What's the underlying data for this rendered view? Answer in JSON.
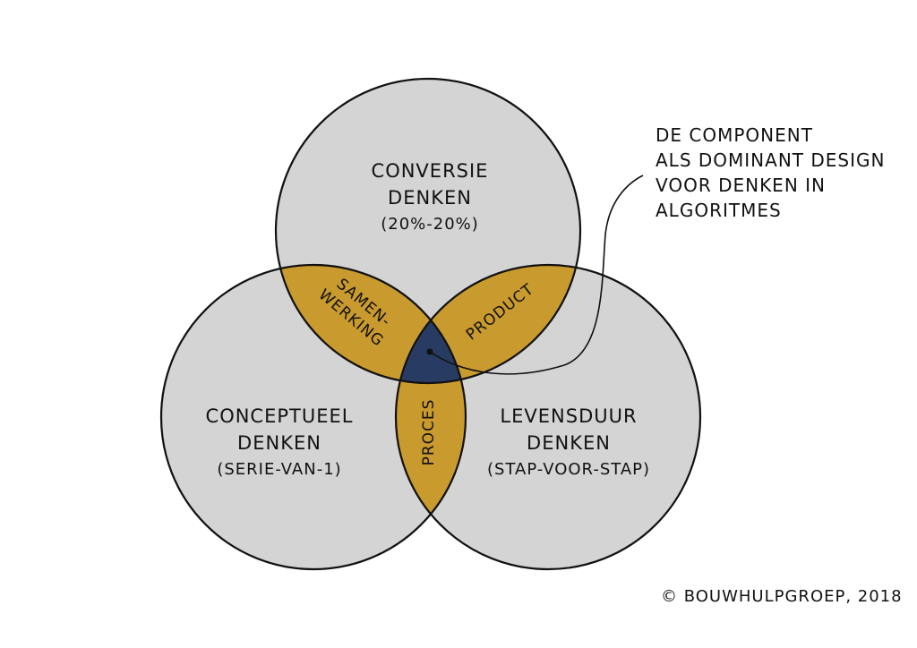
{
  "colors": {
    "circle_fill": "#d4d4d4",
    "overlap_fill": "#c99a2e",
    "center_fill": "#283c63",
    "stroke": "#111111",
    "background": "#ffffff"
  },
  "circles": {
    "top": {
      "title1": "CONVERSIE",
      "title2": "DENKEN",
      "sub": "(20%-20%)"
    },
    "left": {
      "title1": "CONCEPTUEEL",
      "title2": "DENKEN",
      "sub": "(SERIE-VAN-1)"
    },
    "right": {
      "title1": "LEVENSDUUR",
      "title2": "DENKEN",
      "sub": "(STAP-VOOR-STAP)"
    }
  },
  "overlaps": {
    "top_left": {
      "line1": "SAMEN-",
      "line2": "WERKING"
    },
    "top_right": {
      "label": "PRODUCT"
    },
    "bottom": {
      "label": "PROCES"
    }
  },
  "annotation": {
    "lines": [
      "DE COMPONENT",
      "ALS DOMINANT DESIGN",
      "VOOR DENKEN IN",
      "ALGORITMES"
    ]
  },
  "credit": {
    "text": "© BOUWHULPGROEP, 2018"
  }
}
